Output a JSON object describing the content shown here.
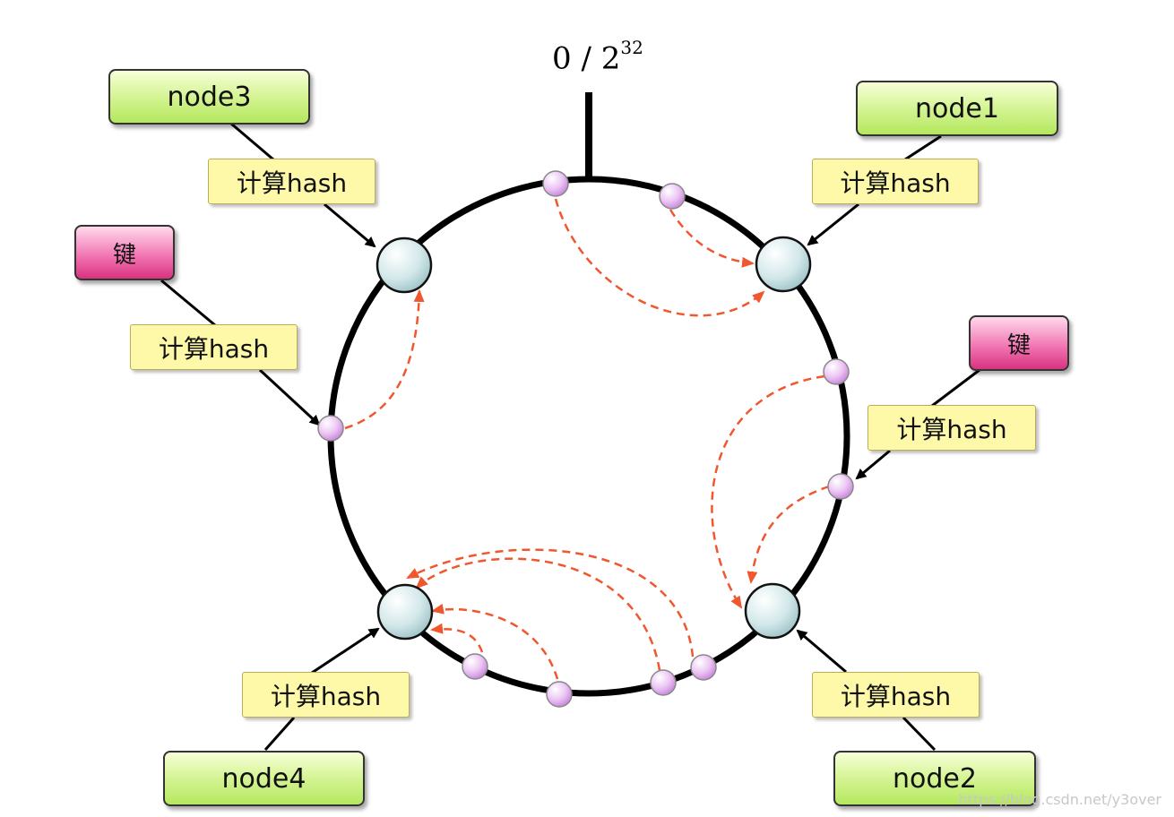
{
  "ring": {
    "origin_value": "0 / 2",
    "origin_exponent": "32"
  },
  "nodes": [
    {
      "label": "node1",
      "hash_label": "计算hash"
    },
    {
      "label": "node2",
      "hash_label": "计算hash"
    },
    {
      "label": "node3",
      "hash_label": "计算hash"
    },
    {
      "label": "node4",
      "hash_label": "计算hash"
    }
  ],
  "keys": [
    {
      "label": "键",
      "hash_label": "计算hash"
    },
    {
      "label": "键",
      "hash_label": "计算hash"
    }
  ],
  "watermark": "https://blog.csdn.net/y3over",
  "colors": {
    "ring": "#000000",
    "node_fill": "#cfe6e8",
    "key_point_fill": "#e6b8f0",
    "dashed_arrow": "#f0572f",
    "node_box": "#c8ef7c",
    "key_box": "#e8559a",
    "hash_box": "#fdf9a8"
  }
}
